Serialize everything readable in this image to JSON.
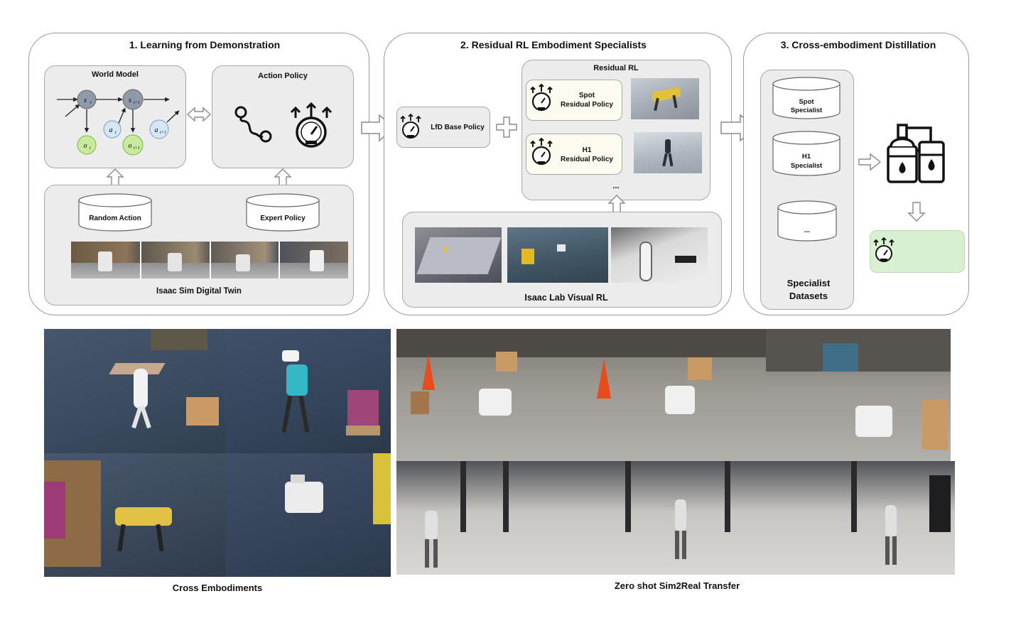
{
  "panels": {
    "lfd": {
      "title": "1. Learning from Demonstration",
      "world_model": {
        "title": "World Model",
        "nodes": {
          "s_t": "s",
          "s_t1": "s",
          "a_t": "a",
          "a_t1": "a",
          "o_t": "o",
          "o_t1": "o",
          "sub_t": "t",
          "sub_t1": "t+1"
        }
      },
      "action_policy": {
        "title": "Action Policy"
      },
      "digital_twin": {
        "label": "Isaac Sim Digital Twin",
        "random_action": "Random Action",
        "expert_policy": "Expert Policy"
      }
    },
    "residual": {
      "title": "2. Residual RL Embodiment Specialists",
      "base_policy": "LfD Base Policy",
      "residual_rl": {
        "title": "Residual RL",
        "spot": {
          "line1": "Spot",
          "line2": "Residual Policy"
        },
        "h1": {
          "line1": "H1",
          "line2": "Residual Policy"
        },
        "ellipsis": "..."
      },
      "visual_rl": {
        "label": "Isaac Lab Visual RL"
      }
    },
    "distill": {
      "title": "3. Cross-embodiment Distillation",
      "datasets": {
        "spot": {
          "line1": "Spot",
          "line2": "Specialist"
        },
        "h1": {
          "line1": "H1",
          "line2": "Specialist"
        },
        "more": "...",
        "label_line1": "Specialist",
        "label_line2": "Datasets"
      }
    }
  },
  "captions": {
    "cross": "Cross Embodiments",
    "zero_shot": "Zero shot Sim2Real Transfer"
  },
  "colors": {
    "node_gray": "#8e9aa8",
    "node_blue": "#d6e6f7",
    "node_green": "#c8ea9c",
    "result_green": "#d8efd2",
    "cone": "#e84c1c",
    "box": "#c99a63"
  },
  "icons": [
    "gauge-icon",
    "path-icon",
    "distillery-icon",
    "hollow-arrow-icon"
  ]
}
